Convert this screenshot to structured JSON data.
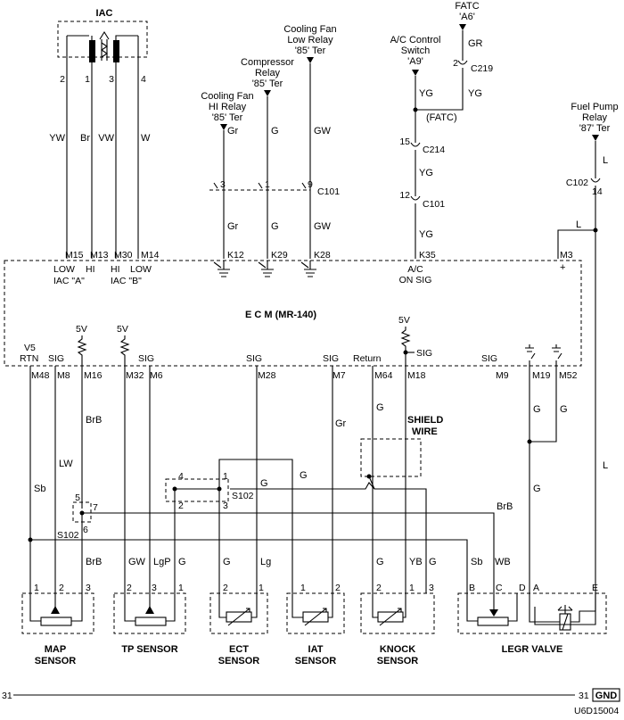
{
  "top_components": {
    "iac": "IAC",
    "fatc": [
      "FATC",
      "'A6'"
    ],
    "ac_switch": [
      "A/C Control",
      "Switch",
      "'A9'"
    ],
    "fatc_note": "(FATC)",
    "cooling_fan_low": [
      "Cooling Fan",
      "Low Relay",
      "'85' Ter"
    ],
    "compressor": [
      "Compressor",
      "Relay",
      "'85' Ter"
    ],
    "cooling_fan_hi": [
      "Cooling Fan",
      "HI Relay",
      "'85' Ter"
    ],
    "fuel_pump": [
      "Fuel Pump",
      "Relay",
      "'87' Ter"
    ]
  },
  "iac_pins": [
    "2",
    "1",
    "3",
    "4"
  ],
  "iac_wires": [
    "YW",
    "Br",
    "VW",
    "W"
  ],
  "iac_ecm_pins": [
    "M15",
    "M13",
    "M30",
    "M14"
  ],
  "iac_ecm_labels": [
    "LOW",
    "HI",
    "HI",
    "LOW"
  ],
  "iac_groups": [
    "IAC \"A\"",
    "IAC \"B\""
  ],
  "connectors": {
    "c101": "C101",
    "c219": "C219",
    "c214": "C214",
    "c102": "C102",
    "s102": "S102"
  },
  "pin_numbers": {
    "p3": "3",
    "p1": "1",
    "p9": "9",
    "p2": "2",
    "p15": "15",
    "p12": "12",
    "p14": "14",
    "s4": "4",
    "s1": "1",
    "s2": "2",
    "s3": "3",
    "s5": "5",
    "s6": "6",
    "s7": "7"
  },
  "wire_colors": {
    "gr": "Gr",
    "g": "G",
    "gw": "GW",
    "ygr": "GR",
    "yg": "YG",
    "l": "L",
    "sb": "Sb",
    "lw": "LW",
    "brb": "BrB",
    "lgp": "LgP",
    "lg": "Lg",
    "yb": "YB",
    "wb": "WB"
  },
  "ecm_top_pins": [
    "K12",
    "K29",
    "K28",
    "K35",
    "M3"
  ],
  "ecm": {
    "title": "E   C   M  (MR-140)",
    "ac_on": [
      "A/C",
      "ON SIG"
    ],
    "plus": "+",
    "v5": "5V",
    "sig": "SIG",
    "return": "Return",
    "v5_rtn": [
      "V5",
      "RTN"
    ],
    "bottom_pins": [
      "M48",
      "M8",
      "M16",
      "M32",
      "M6",
      "M28",
      "M7",
      "M64",
      "M18",
      "M9",
      "M19",
      "M52"
    ]
  },
  "shield_wire": [
    "SHIELD",
    "WIRE"
  ],
  "sensors": [
    {
      "label": [
        "MAP",
        "SENSOR"
      ],
      "pins": [
        "1",
        "2",
        "3"
      ]
    },
    {
      "label": [
        "TP SENSOR"
      ],
      "pins": [
        "2",
        "3",
        "1"
      ]
    },
    {
      "label": [
        "ECT",
        "SENSOR"
      ],
      "pins": [
        "2",
        "1"
      ]
    },
    {
      "label": [
        "IAT",
        "SENSOR"
      ],
      "pins": [
        "1",
        "2"
      ]
    },
    {
      "label": [
        "KNOCK",
        "SENSOR"
      ],
      "pins": [
        "2",
        "1",
        "3"
      ]
    },
    {
      "label": [
        "LEGR VALVE"
      ],
      "pins": [
        "B",
        "C",
        "A",
        "D",
        "E"
      ]
    }
  ],
  "ground": {
    "left": "31",
    "right": "31",
    "tag": "GND"
  },
  "figure_id": "U6D15004"
}
